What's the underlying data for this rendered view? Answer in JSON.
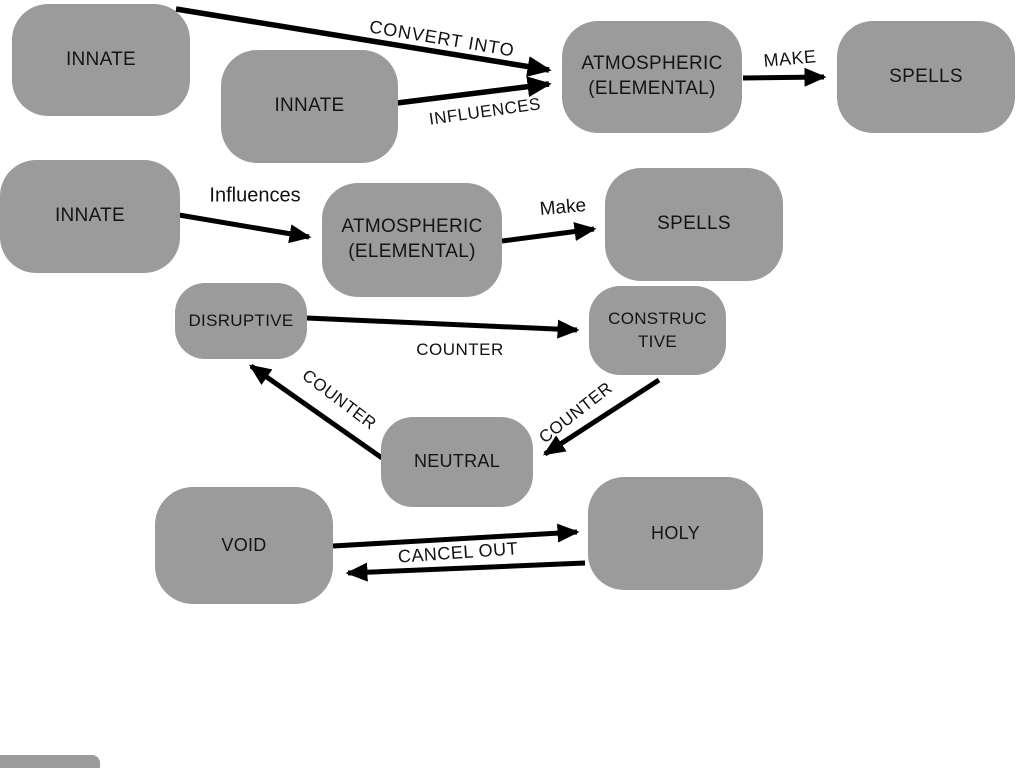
{
  "diagram": {
    "type": "flowchart",
    "background_color": "#ffffff",
    "node_fill_color": "#9b9b9b",
    "node_text_color": "#141414",
    "arrow_color": "#000000",
    "nodes": [
      {
        "id": "innate-top-left",
        "label": "INNATE"
      },
      {
        "id": "innate-top-mid",
        "label": "INNATE"
      },
      {
        "id": "atmospheric-top",
        "label": "ATMOSPHERIC (ELEMENTAL)"
      },
      {
        "id": "spells-top",
        "label": "SPELLS"
      },
      {
        "id": "innate-mid-left",
        "label": "INNATE"
      },
      {
        "id": "atmospheric-mid",
        "label": "ATMOSPHERIC (ELEMENTAL)"
      },
      {
        "id": "spells-mid",
        "label": "SPELLS"
      },
      {
        "id": "disruptive",
        "label": "DISRUPTIVE"
      },
      {
        "id": "constructive",
        "label": "CONSTRUCTIVE"
      },
      {
        "id": "neutral",
        "label": "NEUTRAL"
      },
      {
        "id": "void",
        "label": "VOID"
      },
      {
        "id": "holy",
        "label": "HOLY"
      }
    ],
    "edges": [
      {
        "from": "innate-top-left",
        "to": "atmospheric-top",
        "label": "CONVERT INTO"
      },
      {
        "from": "innate-top-mid",
        "to": "atmospheric-top",
        "label": "INFLUENCES"
      },
      {
        "from": "atmospheric-top",
        "to": "spells-top",
        "label": "MAKE"
      },
      {
        "from": "innate-mid-left",
        "to": "atmospheric-mid",
        "label": "Influences"
      },
      {
        "from": "atmospheric-mid",
        "to": "spells-mid",
        "label": "Make"
      },
      {
        "from": "disruptive",
        "to": "constructive",
        "label": "COUNTER"
      },
      {
        "from": "constructive",
        "to": "neutral",
        "label": "COUNTER"
      },
      {
        "from": "neutral",
        "to": "disruptive",
        "label": "COUNTER"
      },
      {
        "from": "void",
        "to": "holy",
        "label": "CANCEL OUT"
      },
      {
        "from": "holy",
        "to": "void",
        "label": ""
      }
    ]
  }
}
